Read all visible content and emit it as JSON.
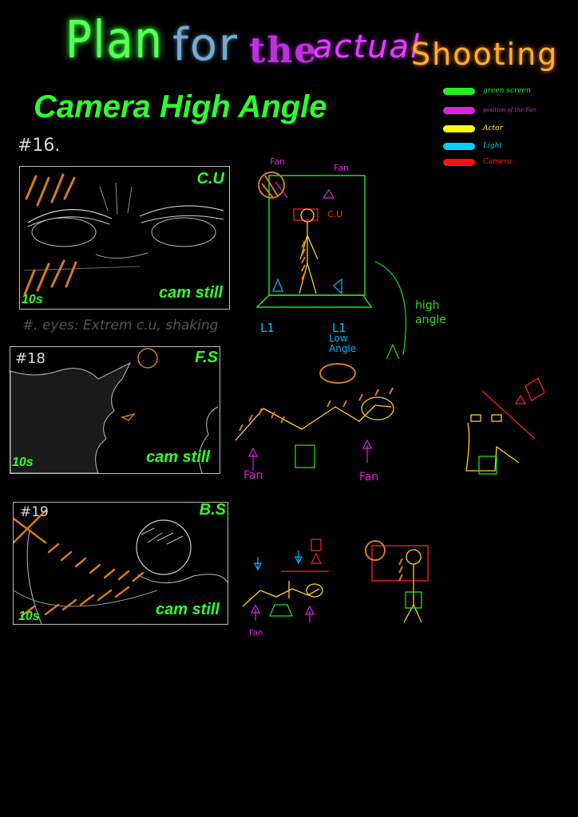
{
  "title": {
    "word1": "Plan",
    "word2": "for",
    "word3": "the",
    "word4": "actual",
    "word5": "Shooting"
  },
  "subtitle": "Camera High Angle",
  "legend": [
    {
      "label": "green screen",
      "color": "#22ee22"
    },
    {
      "label": "position of the Fan",
      "color": "#e020e0"
    },
    {
      "label": "Actor",
      "color": "#ffff00"
    },
    {
      "label": "Light",
      "color": "#00d0ff"
    },
    {
      "label": "Camera",
      "color": "#ff1010"
    }
  ],
  "shots": [
    {
      "number": "#16.",
      "type": "C.U",
      "duration": "10s",
      "movement": "cam still",
      "note": "#. eyes: Extrem c.u, shaking"
    },
    {
      "number": "#18",
      "type": "F.S",
      "duration": "10s",
      "movement": "cam still"
    },
    {
      "number": "#19",
      "type": "B.S",
      "duration": "10s",
      "movement": "cam still"
    }
  ],
  "diagram1": {
    "fan_left": "Fan",
    "fan_right": "Fan",
    "cu_label": "C.U",
    "light_left": "L1",
    "light_right": "L1",
    "low_angle": "Low Angle",
    "high_angle": "high angle"
  },
  "diagram2": {
    "fan_left": "Fan",
    "fan_right": "Fan"
  },
  "diagram3": {
    "fan": "Fan"
  }
}
